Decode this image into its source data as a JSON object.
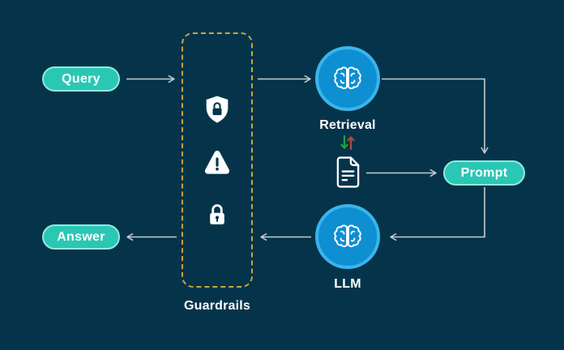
{
  "diagram": {
    "pills": {
      "query": {
        "label": "Query"
      },
      "answer": {
        "label": "Answer"
      },
      "prompt": {
        "label": "Prompt"
      }
    },
    "nodes": {
      "retrieval": {
        "label": "Retrieval"
      },
      "llm": {
        "label": "LLM"
      },
      "guardrails": {
        "label": "Guardrails"
      }
    },
    "guardrail_icons": [
      "shield-lock",
      "warning-triangle",
      "padlock"
    ],
    "edges": [
      {
        "from": "query",
        "to": "guardrails"
      },
      {
        "from": "guardrails",
        "to": "retrieval"
      },
      {
        "from": "retrieval",
        "to": "prompt"
      },
      {
        "from": "retrieval",
        "to": "document",
        "style": "up-down-transfer"
      },
      {
        "from": "document",
        "to": "prompt"
      },
      {
        "from": "prompt",
        "to": "llm"
      },
      {
        "from": "llm",
        "to": "guardrails"
      },
      {
        "from": "guardrails",
        "to": "answer"
      }
    ],
    "colors": {
      "background": "#05344a",
      "pill_fill": "#2ac7b4",
      "pill_border": "#8feadf",
      "pill_text": "#ffffff",
      "node_circle_fill": "#0e8fd2",
      "node_circle_ring": "#3ab5ea",
      "guardrails_dash": "#c7a33c",
      "connector": "#c3ccd1",
      "label_text": "#ffffff",
      "transfer_down_green": "#21a13b",
      "transfer_up_red": "#b04a42",
      "icon_white": "#ffffff"
    }
  }
}
